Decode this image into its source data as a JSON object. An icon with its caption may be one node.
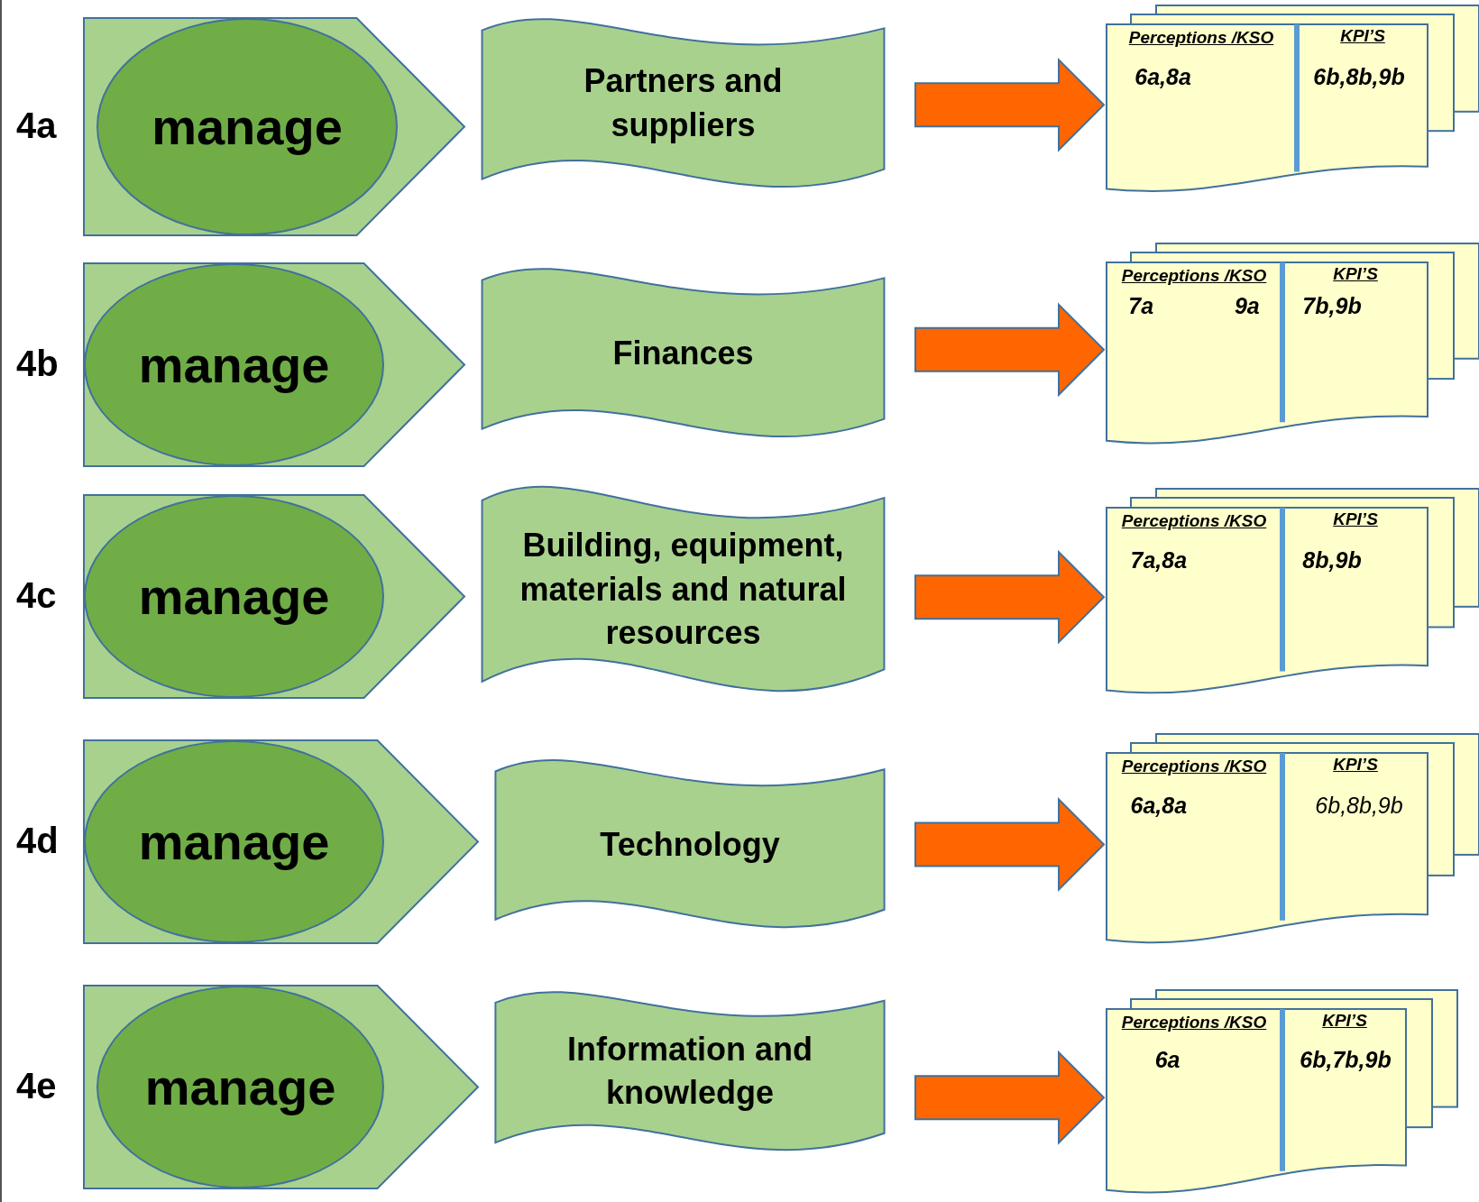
{
  "diagram": {
    "nodes": [
      {
        "text": [],
        "shape": "pentagon",
        "beside": [
          "4a"
        ]
      },
      {
        "text": [
          "manage"
        ],
        "in": 0
      },
      {
        "text": [
          "Partners and suppliers"
        ]
      },
      {
        "text": [
          "Perceptions /KSO",
          "6a,8a",
          "KPI’S",
          "6b,8b,9b"
        ]
      },
      {
        "text": [],
        "shape": "pentagon",
        "beside": [
          "4b"
        ]
      },
      {
        "text": [
          "manage"
        ],
        "in": 4
      },
      {
        "text": [
          "Finances"
        ]
      },
      {
        "text": [
          "Perceptions /KSO",
          "7a",
          "9a",
          "KPI’S",
          "7b,9b"
        ]
      },
      {
        "text": [],
        "shape": "pentagon",
        "beside": [
          "4c"
        ]
      },
      {
        "text": [
          "manage"
        ],
        "in": 8
      },
      {
        "text": [
          "Building, equipment, materials and natural resources"
        ]
      },
      {
        "text": [
          "Perceptions /KSO",
          "7a,8a",
          "KPI’S",
          "8b,9b"
        ]
      },
      {
        "text": [],
        "shape": "pentagon",
        "beside": [
          "4d"
        ]
      },
      {
        "text": [
          "manage"
        ],
        "in": 12
      },
      {
        "text": [
          "Technology"
        ]
      },
      {
        "text": [
          "Perceptions /KSO",
          "6a,8a",
          "KPI’S",
          "6b,8b,9b"
        ]
      },
      {
        "text": [],
        "shape": "pentagon",
        "beside": [
          "4e"
        ]
      },
      {
        "text": [
          "manage"
        ],
        "in": 16
      },
      {
        "text": [
          "Information and knowledge"
        ]
      },
      {
        "text": [
          "Perceptions /KSO",
          "6a",
          "KPI’S",
          "6b,7b,9b"
        ]
      }
    ],
    "edges": [
      {
        "from": 2,
        "to": 3,
        "arrow": "to"
      },
      {
        "from": 6,
        "to": 7,
        "arrow": "to"
      },
      {
        "from": 10,
        "to": 11,
        "arrow": "to"
      },
      {
        "from": 14,
        "to": 15,
        "arrow": "to"
      },
      {
        "from": 18,
        "to": 19,
        "arrow": "to"
      }
    ]
  }
}
